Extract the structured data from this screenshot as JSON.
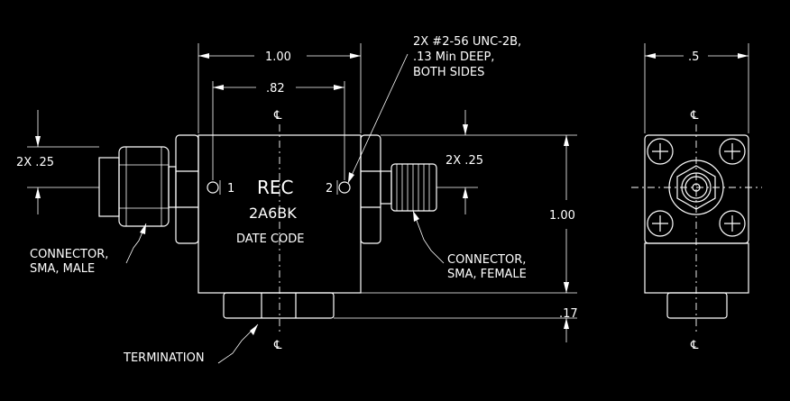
{
  "drawing": {
    "part_number": "2A6BK",
    "logo_text": "REC",
    "date_code": "DATE CODE",
    "port1": "1",
    "port2": "2",
    "centerline_symbol": "℄"
  },
  "dimensions": {
    "width_overall": "1.00",
    "hole_spacing": ".82",
    "height": "1.00",
    "termination_height": ".17",
    "side_width": ".5",
    "connector_offset_left": "2X .25",
    "connector_offset_right": "2X .25"
  },
  "notes": {
    "thread_line1": "2X #2-56 UNC-2B,",
    "thread_line2": ".13 Min DEEP,",
    "thread_line3": "BOTH SIDES",
    "conn_male_line1": "CONNECTOR,",
    "conn_male_line2": "SMA, MALE",
    "conn_female_line1": "CONNECTOR,",
    "conn_female_line2": "SMA, FEMALE",
    "termination": "TERMINATION"
  },
  "colors": {
    "background": "#000000",
    "linework": "#ffffff"
  }
}
